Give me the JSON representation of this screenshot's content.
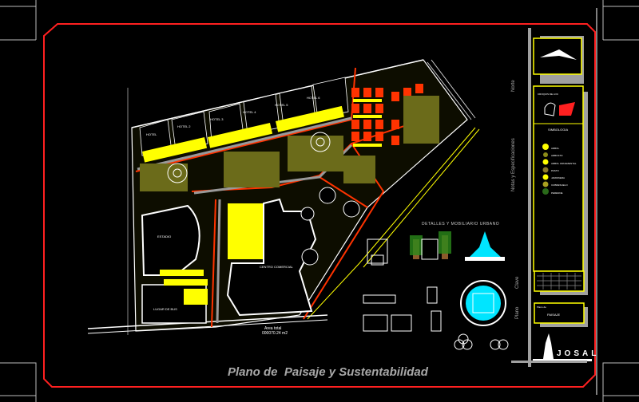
{
  "title": "Plano de  Paisaje y Sustentabilidad",
  "details_title": "DETALLES Y MOBILIARIO URBANO",
  "area_label": "Area total",
  "area_value": "000070.24 m2",
  "hotels": [
    "HOTEL",
    "HOTEL 2",
    "HOTEL 3",
    "HOTEL 4",
    "HOTEL 5",
    "HOTEL 6"
  ],
  "blocks": {
    "stadium": "ESTADIO",
    "commercial": "CENTRO COMERCIAL",
    "parking": "LUGAR DE BUS"
  },
  "title_block": {
    "side_labels": [
      "Norte",
      "Notas y Especificaciones",
      "Clave",
      "Plano"
    ],
    "location_label": "CROQUIS DE LOC",
    "legend_title": "SIMBOLOGIA",
    "legend_items": [
      "ARBOL",
      "ARBUSTO",
      "ARBOL ORNAMENTAL",
      "PASTO",
      "JARDINERA",
      "CUBRESUELO",
      "PERENNE"
    ],
    "plano_label": "Plano de",
    "plano_value": "PAISAJE",
    "logo": "JOSAL"
  },
  "colors": {
    "background": "#000000",
    "border": "#ff2020",
    "panel": "#a0a0a0",
    "frame": "#ffff00",
    "building": "#ffff00",
    "road": "#ff3300",
    "vegetation": "#6b6b1a",
    "water": "#00e5ff",
    "title_text": "#a8a8a8"
  }
}
